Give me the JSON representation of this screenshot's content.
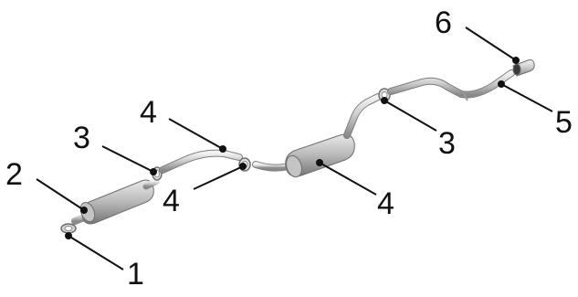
{
  "diagram": {
    "callouts": [
      {
        "id": "c1",
        "label": "1"
      },
      {
        "id": "c2",
        "label": "2"
      },
      {
        "id": "c3a",
        "label": "3"
      },
      {
        "id": "c4a",
        "label": "4"
      },
      {
        "id": "c4b",
        "label": "4"
      },
      {
        "id": "c4c",
        "label": "4"
      },
      {
        "id": "c3b",
        "label": "3"
      },
      {
        "id": "c5",
        "label": "5"
      },
      {
        "id": "c6",
        "label": "6"
      }
    ],
    "colors": {
      "pipe_light": "#e6e6e6",
      "pipe_mid": "#bdbdbd",
      "pipe_dark": "#7a7a7a",
      "leader": "#111111",
      "text": "#111111"
    }
  }
}
